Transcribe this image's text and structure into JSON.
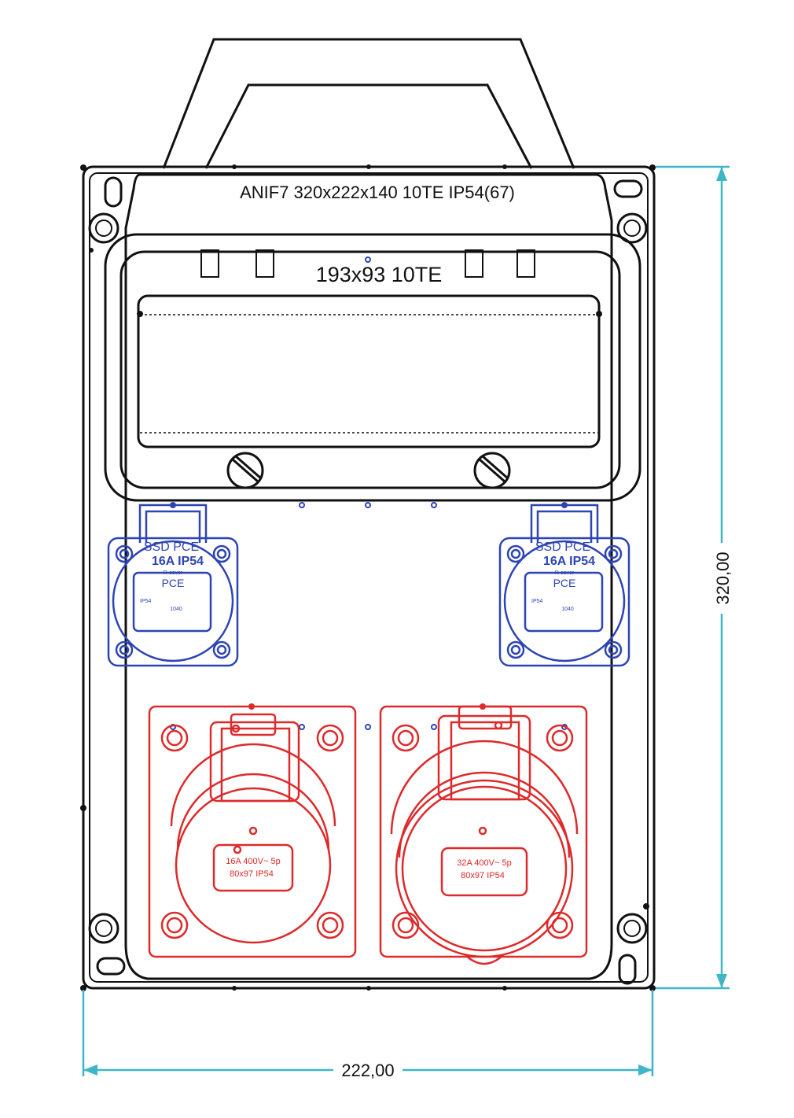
{
  "enclosure_label": "ANIF7 320x222x140 10TE IP54(67)",
  "breaker_label": "193x93 10TE",
  "socket_blue": {
    "line1": "SSD PCE",
    "line2": "16A IP54",
    "brand_small": "R-cover",
    "brand": "PCE",
    "ip": "IP54",
    "code": "1040"
  },
  "socket_red_left": {
    "line1": "16A 400V~ 5p",
    "line2": "80x97 IP54"
  },
  "socket_red_right": {
    "line1": "32A 400V~ 5p",
    "line2": "80x97 IP54"
  },
  "dimension_height": "320,00",
  "dimension_width": "222,00",
  "colors": {
    "outline": "#111111",
    "blue_socket": "#2d44b4",
    "red_socket": "#dd2a2a",
    "dimension": "#3fb6c6"
  }
}
